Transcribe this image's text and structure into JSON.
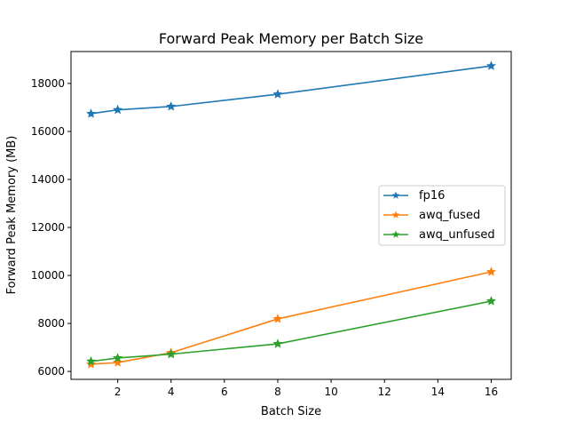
{
  "chart_data": {
    "type": "line",
    "title": "Forward Peak Memory per Batch Size",
    "xlabel": "Batch Size",
    "ylabel": "Forward Peak Memory (MB)",
    "xlim": [
      0.25,
      16.75
    ],
    "ylim": [
      5670,
      19330
    ],
    "xticks": [
      2,
      4,
      6,
      8,
      10,
      12,
      14,
      16
    ],
    "yticks": [
      6000,
      8000,
      10000,
      12000,
      14000,
      16000,
      18000
    ],
    "grid": false,
    "legend_position": "center-right",
    "marker": "star",
    "x": [
      1,
      2,
      4,
      8,
      16
    ],
    "series": [
      {
        "name": "fp16",
        "color": "#1f77b4",
        "values": [
          16740,
          16900,
          17040,
          17550,
          18730
        ]
      },
      {
        "name": "awq_fused",
        "color": "#ff7f0e",
        "values": [
          6300,
          6370,
          6780,
          8190,
          10150
        ]
      },
      {
        "name": "awq_unfused",
        "color": "#2ca02c",
        "values": [
          6420,
          6560,
          6720,
          7150,
          8930
        ]
      }
    ]
  }
}
